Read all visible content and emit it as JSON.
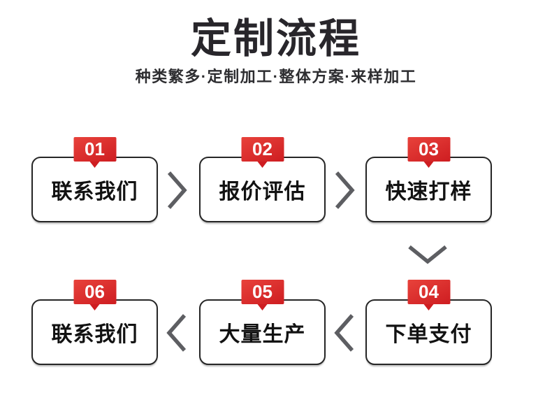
{
  "header": {
    "title": "定制流程",
    "subtitle": "种类繁多·定制加工·整体方案·来样加工"
  },
  "steps": [
    {
      "number": "01",
      "label": "联系我们"
    },
    {
      "number": "02",
      "label": "报价评估"
    },
    {
      "number": "03",
      "label": "快速打样"
    },
    {
      "number": "04",
      "label": "下单支付"
    },
    {
      "number": "05",
      "label": "大量生产"
    },
    {
      "number": "06",
      "label": "联系我们"
    }
  ],
  "icons": {
    "between_step1_step2": "chevron-right-icon",
    "between_step2_step3": "chevron-right-icon",
    "between_step3_step4": "chevron-down-icon",
    "between_step4_step5": "chevron-left-icon",
    "between_step5_step6": "chevron-left-icon"
  },
  "colors": {
    "title_color": "#28262b",
    "subtitle_color": "#2d2d30",
    "label_color": "#121212",
    "box_border": "#262626",
    "badge_red_light": "#e8423b",
    "badge_red_dark": "#ce1d21",
    "chevron_gray": "#5d5e62"
  }
}
